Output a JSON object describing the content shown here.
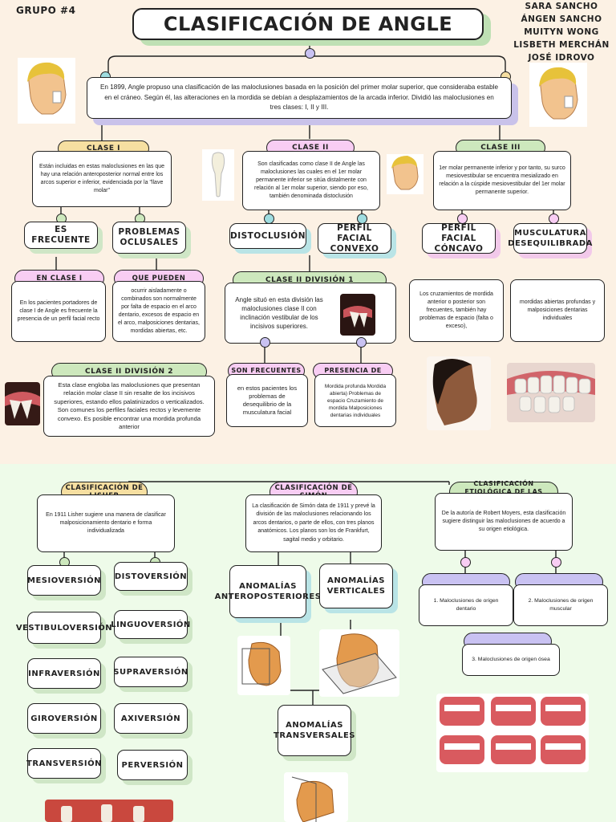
{
  "header": {
    "group": "GRUPO #4",
    "title": "CLASIFICACIÓN DE ANGLE",
    "authors": [
      "SARA SANCHO",
      "ÁNGEN SANCHO",
      "MUITYN WONG",
      "LISBETH MERCHÁN",
      "JOSÉ IDROVO"
    ]
  },
  "intro": "En 1899, Angle propuso una clasificación de las maloclusiones basada en la posición del primer molar superior, que consideraba estable en el cráneo. Según él, las alteraciones en la mordida se debían a desplazamientos de la arcada inferior. Dividió las maloclusiones en tres clases: I, II y III.",
  "clase1": {
    "label": "CLASE I",
    "text": "Están incluidas en estas maloclusiones en las que hay una relación anteroposterior normal entre los arcos superior e inferior, evidenciada por la \"llave molar\"",
    "es_frecuente": "ES FRECUENTE",
    "problemas": "PROBLEMAS OCLUSALES",
    "en_clase_label": "EN CLASE I",
    "en_clase_text": "En los pacientes portadores de clase I de Angle es frecuente la presencia de un perfil facial recto",
    "que_pueden_label": "QUE PUEDEN",
    "que_pueden_text": "ocurrir aisladamente o combinados son normalmente por falta de espacio en el arco dentario, excesos de espacio en el arco, malposiciones dentarias, mordidas abiertas, etc."
  },
  "clase2": {
    "label": "CLASE II",
    "text": "Son clasificadas como clase II de Angle las maloclusiones las cuales en el 1er molar permanente inferior se sitúa distalmente con relación al 1er molar superior, siendo por eso, también denominada distoclusión",
    "distoclusion": "DISTOCLUSIÓN",
    "perfil": "PERFIL FACIAL CONVEXO",
    "div1_label": "CLASE II DIVISIÓN 1",
    "div1_text": "Angle situó en esta división las maloclusiones clase II con inclinación vestibular de los incisivos superiores.",
    "son_frecuentes_label": "SON FRECUENTES",
    "son_frecuentes_text": "en estos pacientes los problemas de desequilibrio de la musculatura facial",
    "presencia_label": "PRESENCIA DE",
    "presencia_text": "Mordida profunda Mordida abierta) Problemas de espacio Cruzamiento de mordida Malposiciones dentarias individuales",
    "div2_label": "CLASE II DIVISIÓN 2",
    "div2_text": "Esta clase engloba las maloclusiones que presentan relación molar clase II sin resalte de los incisivos superiores, estando ellos palatinizados o verticalizados. Son comunes los perfiles faciales rectos y levemente convexo. Es posible encontrar una mordida profunda anterior"
  },
  "clase3": {
    "label": "CLASE III",
    "text": "1er molar permanente inferior y por tanto, su surco mesiovestibular se encuentra mesializado en relación a la cúspide mesiovestibular del 1er molar permanente superior.",
    "perfil": "PERFIL FACIAL CÓNCAVO",
    "musculatura": "MUSCULATURA DESEQUILIBRADA",
    "perfil_text": "Los cruzamientos de mordida anterior o posterior son frecuentes, también hay problemas de espacio (falta o exceso),",
    "musculatura_text": "mordidas abiertas profundas y malposiciones dentarias individuales"
  },
  "lisher": {
    "label": "CLASIFICACIÓN DE LISHER",
    "text": "En 1911 Lisher sugiere una manera de clasificar malposicionamiento dentario e forma individualizada",
    "left": [
      "MESIOVERSIÓN",
      "VESTIBULOVERSIÓN",
      "INFRAVERSIÓN",
      "GIROVERSIÓN",
      "TRANSVERSIÓN"
    ],
    "right": [
      "DISTOVERSIÓN",
      "LINGUOVERSIÓN",
      "SUPRAVERSIÓN",
      "AXIVERSIÓN",
      "PERVERSIÓN"
    ]
  },
  "simon": {
    "label": "CLASIFICACIÓN DE SIMÓN",
    "text": "La clasificación de Simón data de 1911 y prevé la división de las maloclusiones relacionando los arcos dentarios, o parte de ellos, con tres planos anatómicos. Los planos son los de Frankfurt, sagital medio y orbitario.",
    "antero": "ANOMALÍAS ANTEROPOSTERIORES",
    "verticales": "ANOMALÍAS VERTICALES",
    "transversales": "ANOMALÍAS TRANSVERSALES"
  },
  "etiologica": {
    "label": "CLASIFICACIÓN ETIOLÓGICA DE LAS MALOCLUSIONES",
    "text": "De la autoría de Robert Moyers, esta clasificación sugiere distinguir las maloclusiones de acuerdo a su origen etiológica.",
    "item1": "1. Maloclusiones de origen dentario",
    "item2": "2. Maloclusiones  de origen muscular",
    "item3": "3. Maloclusiones de origen ósea"
  },
  "colors": {
    "yellow": "#f6dfa1",
    "pink": "#f8cdf3",
    "green": "#cde8bd",
    "purple": "#c9c2f2",
    "cyan": "#9fdde0"
  }
}
